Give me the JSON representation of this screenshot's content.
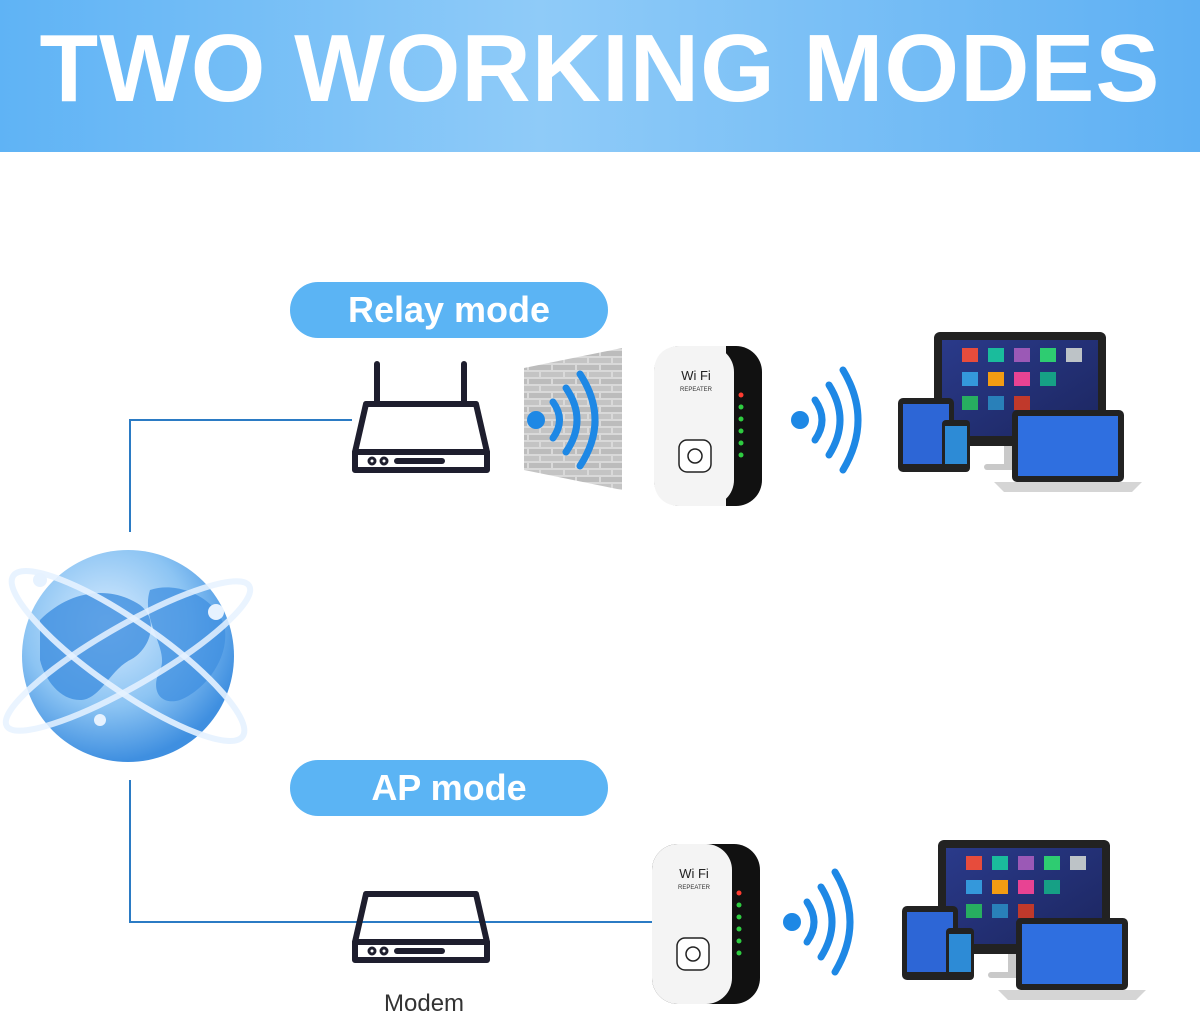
{
  "header": {
    "title": "TWO WORKING MODES"
  },
  "modes": [
    {
      "label": "Relay mode"
    },
    {
      "label": "AP mode"
    }
  ],
  "devices": {
    "modem_label": "Modem",
    "repeater_brand": "Wi Fi",
    "repeater_sub": "REPEATER"
  },
  "colors": {
    "banner": "#6dbcf6",
    "pill": "#5bb4f4",
    "line": "#2b7bc4",
    "signal": "#1e88e5"
  }
}
